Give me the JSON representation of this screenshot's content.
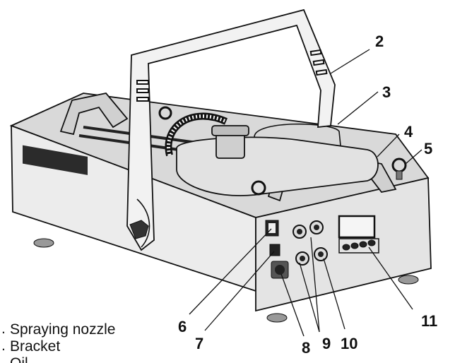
{
  "callouts": [
    {
      "number": "2"
    },
    {
      "number": "3"
    },
    {
      "number": "4"
    },
    {
      "number": "5"
    },
    {
      "number": "6"
    },
    {
      "number": "7"
    },
    {
      "number": "8"
    },
    {
      "number": "9"
    },
    {
      "number": "10"
    },
    {
      "number": "11"
    }
  ],
  "legend": [
    {
      "marker": ".",
      "text": "Spraying nozzle"
    },
    {
      "marker": ".",
      "text": "Bracket"
    }
  ],
  "colors": {
    "line": "#111111",
    "body_fill": "#e9e9e9",
    "top_fill": "#d6d6d6",
    "dark_part": "#2b2b2b"
  }
}
